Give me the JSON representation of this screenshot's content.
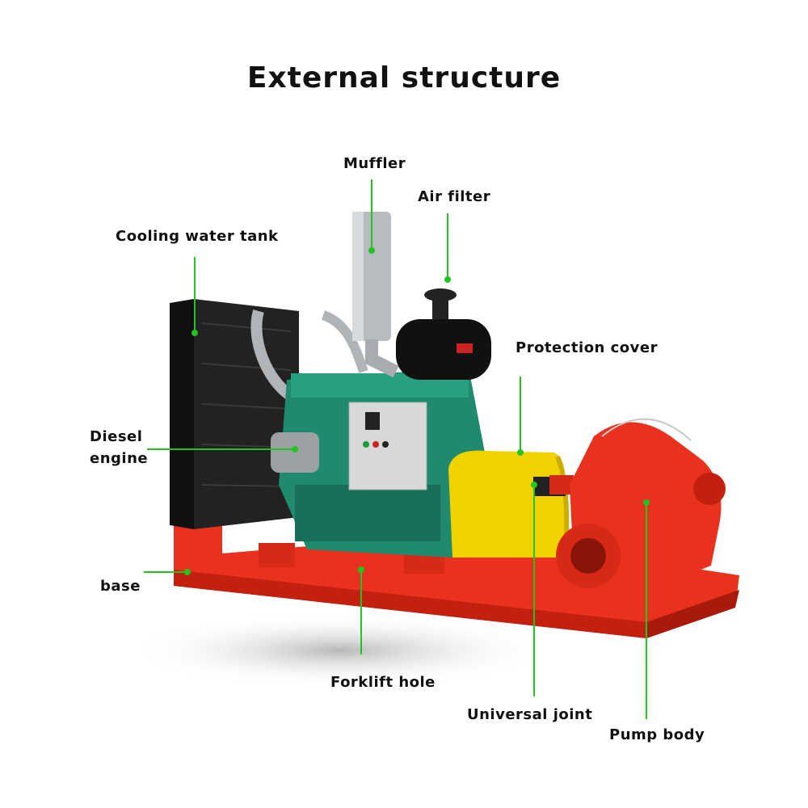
{
  "title": "External structure",
  "labels": {
    "muffler": "Muffler",
    "air_filter": "Air filter",
    "cooling_water_tank": "Cooling water tank",
    "protection_cover": "Protection cover",
    "diesel_engine_line1": "Diesel",
    "diesel_engine_line2": "engine",
    "base": "base",
    "forklift_hole": "Forklift hole",
    "universal_joint": "Universal joint",
    "pump_body": "Pump body"
  },
  "colors": {
    "leader_line": "#22c322",
    "base": "#e8321e",
    "engine": "#1f8a6e",
    "radiator": "#1a1a1a",
    "protection_cover": "#f0d200",
    "pump": "#e8321e",
    "muffler": "#b8bcc0"
  }
}
